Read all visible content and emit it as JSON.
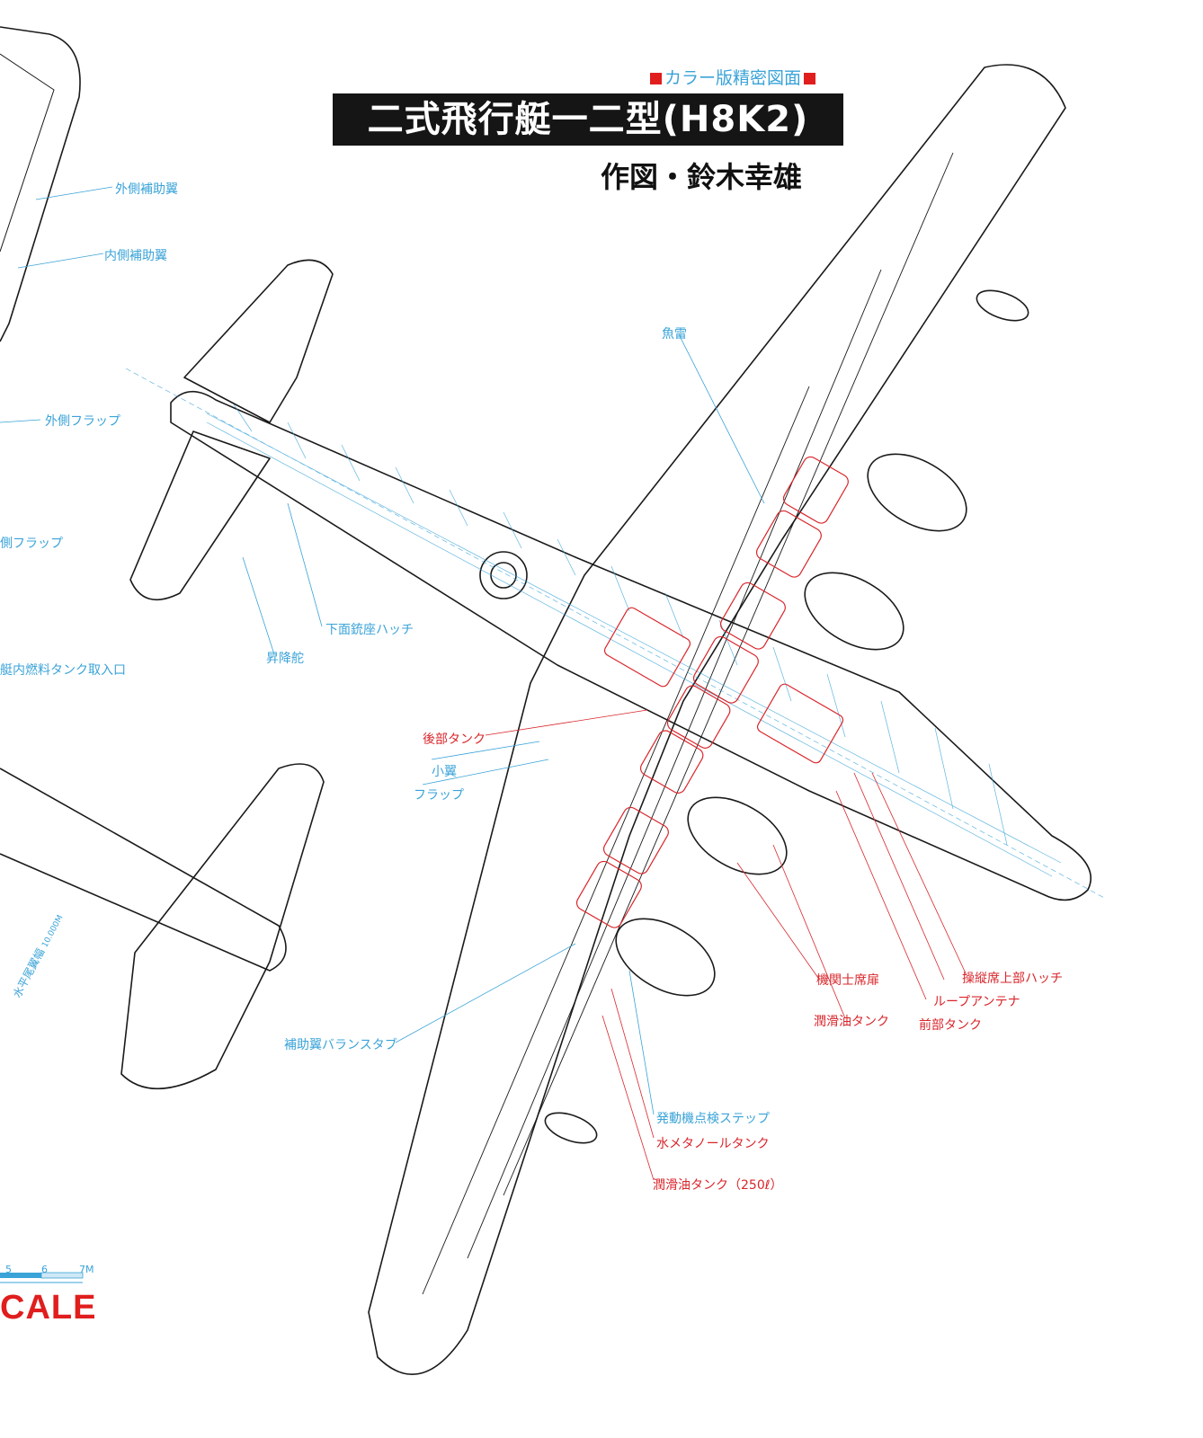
{
  "header": {
    "category_tag": "カラー版精密図面",
    "title": "二式飛行艇一二型(H8K2)",
    "author": "作図・鈴木幸雄"
  },
  "labels": {
    "outer_aileron": "外側補助翼",
    "inner_aileron": "内側補助翼",
    "outer_flap": "外側フラップ",
    "inner_flap": "側フラップ",
    "torpedo": "魚雷",
    "lower_gun_hatch": "下面銃座ハッチ",
    "elevator": "昇降舵",
    "fuel_filler": "艇内燃料タンク取入口",
    "rear_tank": "後部タンク",
    "small_wing": "小翼",
    "flap": "フラップ",
    "aileron_tab": "補助翼バランスタブ",
    "tailplane_span": "水平尾翼幅",
    "tailplane_span_value": "10.000M",
    "engineer_door": "機関士席扉",
    "oil_tank": "潤滑油タンク",
    "loop_antenna": "ループアンテナ",
    "front_tank": "前部タンク",
    "cockpit_hatch": "操縦席上部ハッチ",
    "engine_step": "発動機点検ステップ",
    "water_methanol_tank": "水メタノールタンク",
    "oil_tank_250": "潤滑油タンク（250ℓ）"
  },
  "scale": {
    "word": "CALE",
    "ticks": [
      "5",
      "6",
      "7M"
    ]
  },
  "colors": {
    "line": "#1a1a1a",
    "blue": "#3aa3d8",
    "red": "#d9262b"
  }
}
